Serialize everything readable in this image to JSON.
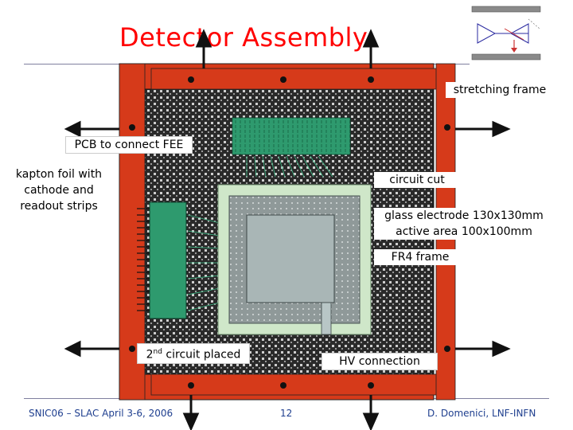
{
  "title": "Detector Assembly",
  "labels": {
    "stretching_frame": "stretching frame",
    "pcb_fee": "PCB to connect FEE",
    "kapton_line1": "kapton foil with",
    "kapton_line2": "cathode and",
    "kapton_line3": "readout strips",
    "circuit_cut": "circuit cut",
    "glass_line1": "glass electrode 130x130mm",
    "glass_line2": "active area 100x100mm",
    "fr4_frame": "FR4 frame",
    "second_circuit_num": "2",
    "second_circuit_sup": "nd",
    "second_circuit_rest": " circuit placed",
    "hv_connection": "HV connection"
  },
  "footer": {
    "conference": "SNIC06 – SLAC April 3-6, 2006",
    "page_number": "12",
    "author": "D. Domenici, LNF-INFN"
  },
  "colors": {
    "title": "#ff0000",
    "frame": "#d63a1a",
    "pcb_green": "#2e9a6e",
    "board_gray": "#9aa4a4",
    "glass_green": "#cfe7c9",
    "footer_text": "#1f3f8f"
  }
}
